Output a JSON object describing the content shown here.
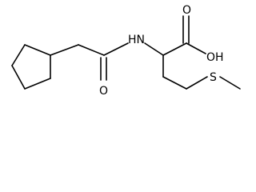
{
  "atoms": {
    "amide_n": "HN",
    "amide_o": "O",
    "acid_o": "O",
    "acid_oh": "OH",
    "sulfur": "S"
  }
}
